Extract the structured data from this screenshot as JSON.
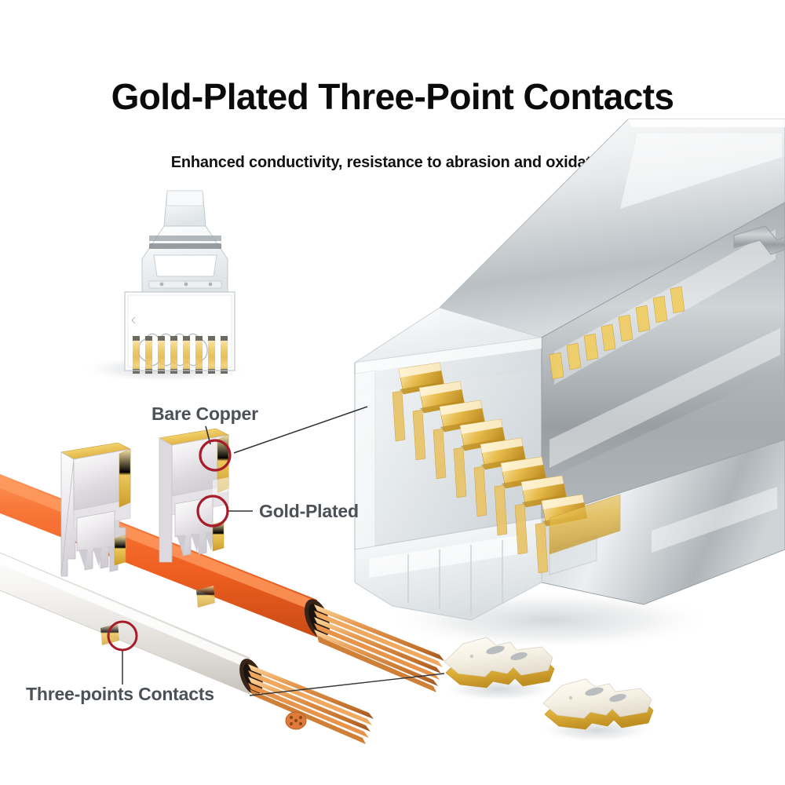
{
  "header": {
    "title": "Gold-Plated Three-Point Contacts",
    "subtitle": "Enhanced conductivity, resistance to abrasion and oxidation"
  },
  "callouts": {
    "bare_copper": "Bare Copper",
    "gold_plated": "Gold-Plated",
    "three_points": "Three-points Contacts"
  },
  "colors": {
    "background": "#ffffff",
    "title_text": "#0b0b0b",
    "subtitle_text": "#121212",
    "callout_text": "#4b5156",
    "annotation_circle": "#a81c2a",
    "leader_line": "#2f3438",
    "gold": "#e8b93c",
    "gold_light": "#f7da8a",
    "gold_dark": "#c2922a",
    "copper": "#e07a3c",
    "cable_orange": "#f26522",
    "cable_white": "#f2f2f0",
    "metal_silver": "#c9ccce",
    "metal_dark": "#8e9295",
    "clear_plastic": "#eef1f3"
  },
  "figures": {
    "main_connector": "rj45-shielded-pass-through-connector",
    "small_connector": "rj45-connector-front-view",
    "contact_blades": "gold-plated-three-point-contact-blade",
    "cables": [
      "orange-stranded-copper-cable",
      "white-stranded-copper-cable"
    ],
    "loose_blades_count": 2,
    "pin_count": 8
  }
}
